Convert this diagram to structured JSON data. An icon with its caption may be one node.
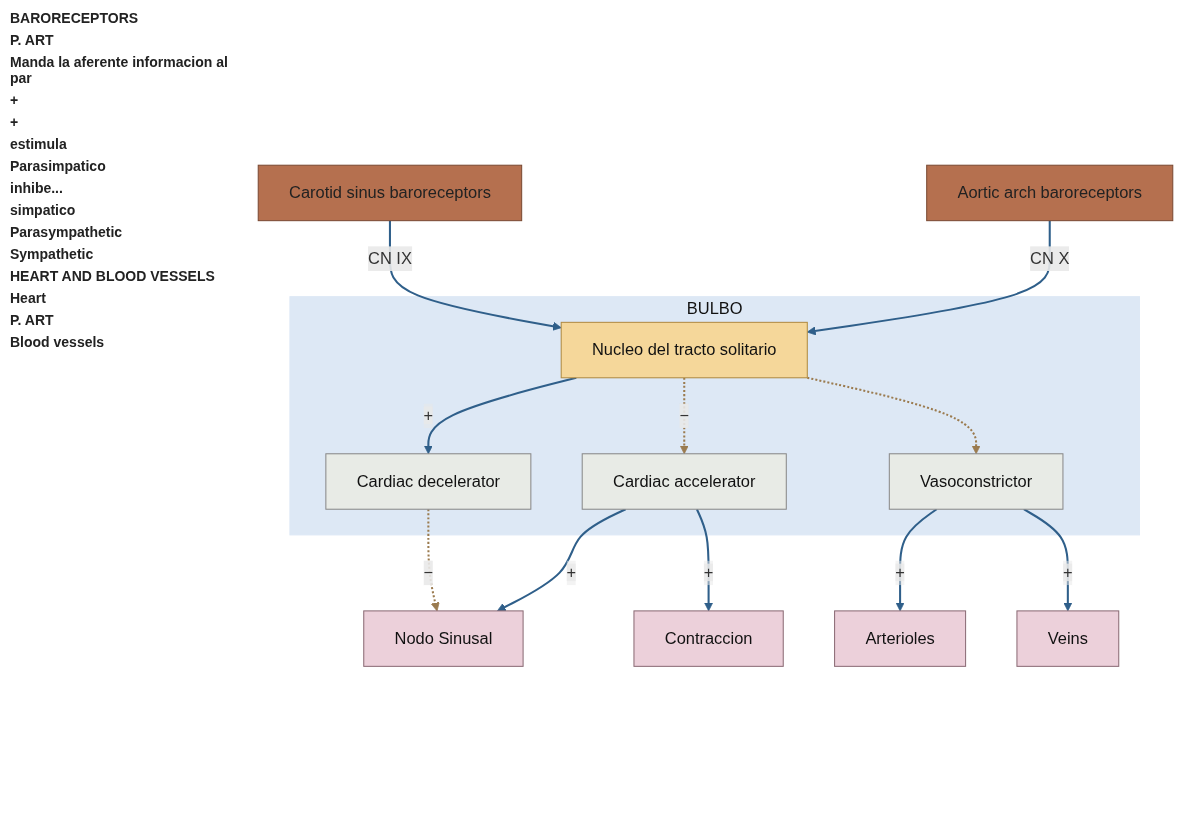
{
  "diagram": {
    "nodes": [
      {
        "text": [
          "Carotid sinus baroreceptors"
        ]
      },
      {
        "text": [
          "Aortic arch baroreceptors"
        ]
      },
      {
        "text": [
          "BULBO"
        ]
      },
      {
        "text": [
          "Nucleo del tracto solitario"
        ],
        "in": 2
      },
      {
        "text": [
          "Cardiac decelerator"
        ],
        "in": 2
      },
      {
        "text": [
          "Cardiac accelerator"
        ],
        "in": 2
      },
      {
        "text": [
          "Vasoconstrictor"
        ],
        "in": 2
      },
      {
        "text": [
          "Nodo Sinusal"
        ]
      },
      {
        "text": [
          "Contraccion"
        ]
      },
      {
        "text": [
          "Arterioles"
        ]
      },
      {
        "text": [
          "Veins"
        ]
      }
    ],
    "edges": [
      {
        "from": 0,
        "to": 3,
        "arrow": "to",
        "label": "CN IX"
      },
      {
        "from": 1,
        "to": 3,
        "arrow": "to",
        "label": "CN X"
      },
      {
        "from": 3,
        "to": 4,
        "arrow": "to",
        "label": "+"
      },
      {
        "from": 3,
        "to": 5,
        "arrow": "to",
        "label": "−",
        "style": "dashed",
        "color": "#9b7b4f"
      },
      {
        "from": 3,
        "to": 6,
        "arrow": "to",
        "style": "dashed",
        "color": "#9b7b4f"
      },
      {
        "from": 4,
        "to": 7,
        "arrow": "to",
        "label": "−",
        "style": "dashed",
        "color": "#9b7b4f"
      },
      {
        "from": 5,
        "to": 7,
        "arrow": "to",
        "label": "+"
      },
      {
        "from": 5,
        "to": 8,
        "arrow": "to",
        "label": "+"
      },
      {
        "from": 6,
        "to": 9,
        "arrow": "to",
        "label": "+"
      },
      {
        "from": 6,
        "to": 10,
        "arrow": "to",
        "label": "+"
      }
    ],
    "labels": [
      "BARORECEPTORS",
      "P. ART",
      "Manda la aferente informacion al par",
      "+",
      "+",
      "estimula",
      "Parasimpatico",
      "inhibe...",
      "simpatico",
      "Parasympathetic",
      "Sympathetic",
      "HEART AND BLOOD VESSELS",
      "Heart",
      "P. ART",
      "Blood vessels"
    ]
  }
}
